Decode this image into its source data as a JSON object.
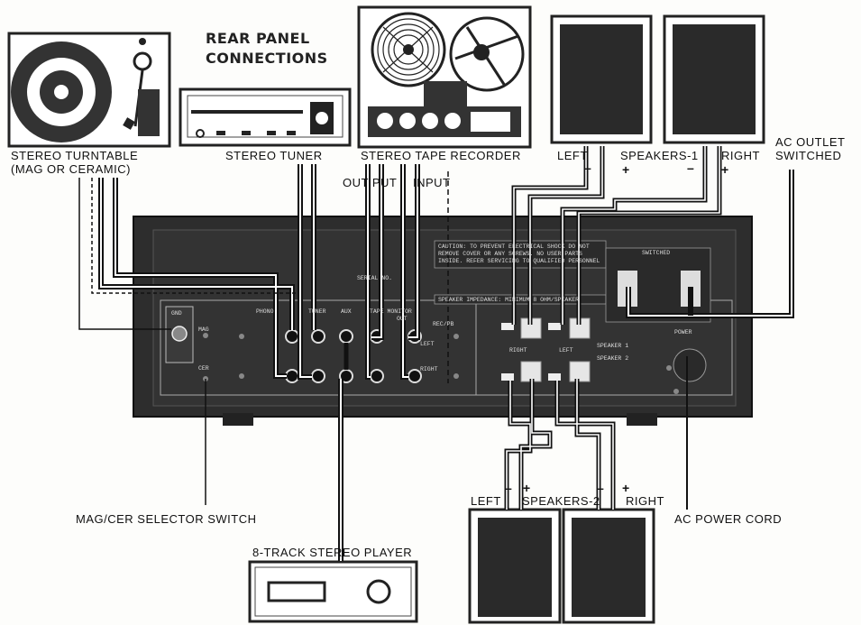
{
  "title": {
    "line1": "REAR PANEL",
    "line2": "CONNECTIONS"
  },
  "devices": {
    "turntable": {
      "label_line1": "STEREO TURNTABLE",
      "label_line2": "(MAG OR CERAMIC)"
    },
    "tuner": {
      "label": "STEREO TUNER"
    },
    "tape_recorder": {
      "label": "STEREO TAPE RECORDER",
      "output_label": "OUT PUT",
      "input_label": "INPUT"
    },
    "speakers1": {
      "left": "LEFT",
      "name": "SPEAKERS-1",
      "right": "RIGHT",
      "minus": "–",
      "plus": "+"
    },
    "speakers2": {
      "left": "LEFT",
      "name": "SPEAKERS-2",
      "right": "RIGHT",
      "minus": "–",
      "plus": "+"
    },
    "ac_outlet": {
      "line1": "AC OUTLET",
      "line2": "SWITCHED"
    },
    "eight_track": {
      "label": "8-TRACK STEREO PLAYER"
    }
  },
  "callouts": {
    "selector_switch": "MAG/CER SELECTOR SWITCH",
    "power_cord": "AC POWER CORD"
  },
  "panel": {
    "caution_line1": "CAUTION: TO PREVENT ELECTRICAL SHOCK DO NOT",
    "caution_line2": "REMOVE COVER OR ANY SCREWS. NO USER PARTS",
    "caution_line3": "INSIDE. REFER SERVICING TO QUALIFIED PERSONNEL",
    "impedance": "SPEAKER IMPEDANCE: MINIMUM 8 OHM/SPEAKER",
    "serial": "SERIAL NO.",
    "gnd": "GND",
    "phono": "PHONO",
    "tuner": "TUNER",
    "aux": "AUX",
    "tape_monitor": "TAPE MONITOR",
    "out": "OUT",
    "rec": "REC/PB",
    "left": "LEFT",
    "right": "RIGHT",
    "mag": "MAG",
    "cer": "CER",
    "switched": "SWITCHED",
    "power": "POWER",
    "speaker1": "SPEAKER 1",
    "speaker2": "SPEAKER 2",
    "right_term": "RIGHT",
    "left_term": "LEFT"
  }
}
